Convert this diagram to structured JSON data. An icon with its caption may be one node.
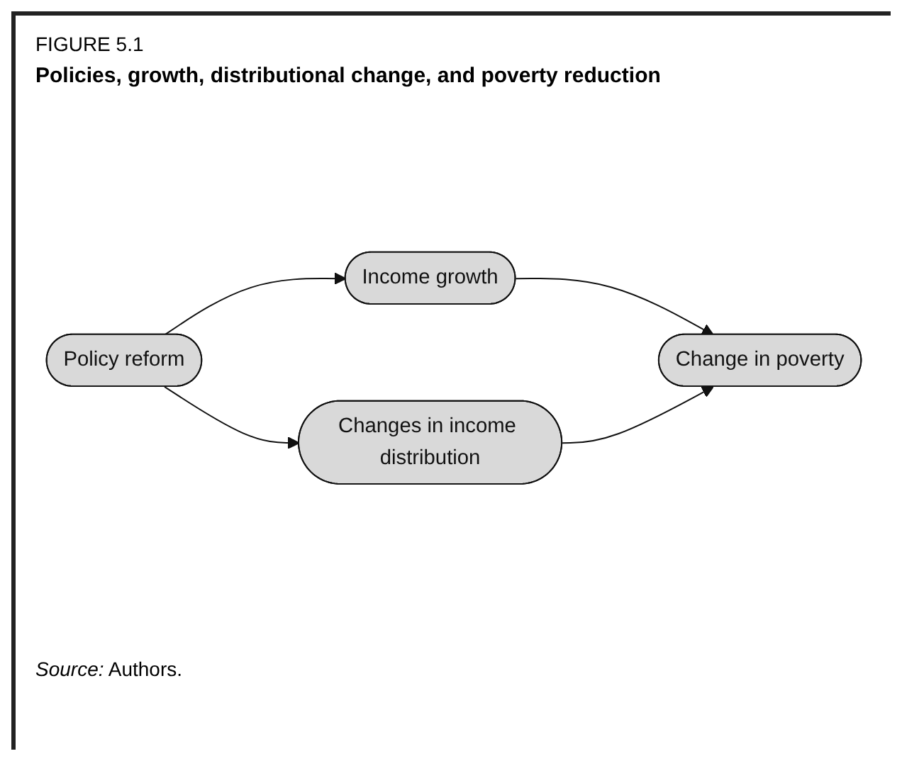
{
  "diagram": {
    "title": "Policies, growth, distributional change, and poverty reduction",
    "caption": "*Source:* Authors.",
    "nodes": [
      {
        "text": [
          "Policy reform"
        ]
      },
      {
        "text": [
          "Income growth"
        ]
      },
      {
        "text": [
          "Change in poverty"
        ]
      },
      {
        "text": [
          "Changes in income distribution"
        ]
      }
    ],
    "edges": [
      {
        "from": 0,
        "to": 1,
        "arrow": "to"
      },
      {
        "from": 1,
        "to": 2,
        "arrow": "to"
      },
      {
        "from": 0,
        "to": 3,
        "arrow": "to"
      },
      {
        "from": 3,
        "to": 2,
        "arrow": "to"
      }
    ],
    "labels": [
      "FIGURE 5.1"
    ]
  }
}
